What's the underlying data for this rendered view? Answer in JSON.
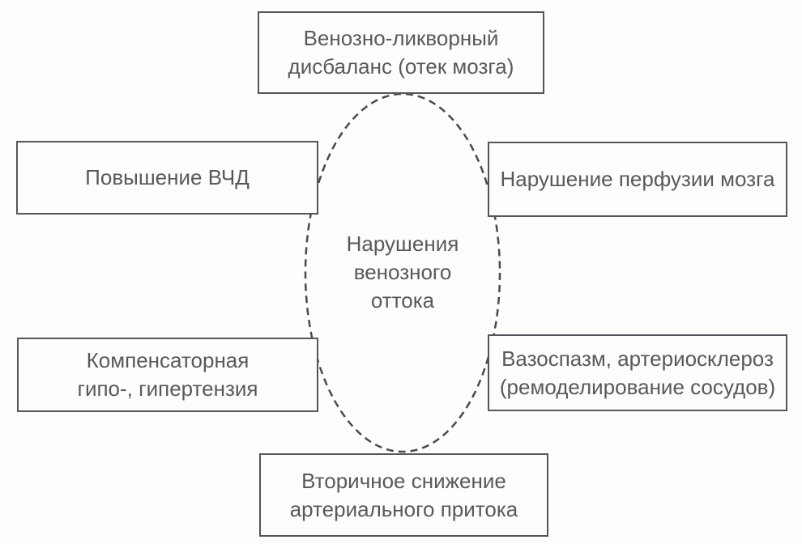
{
  "diagram": {
    "title": "Venous outflow disorders diagram",
    "colors": {
      "background": "#fdfdfc",
      "box_border": "#54565a",
      "text": "#595959",
      "ellipse_stroke": "#4a4a4a"
    },
    "ellipse": {
      "label": "Нарушения венозного оттока",
      "lines": [
        "Нарушения",
        "венозного",
        "оттока"
      ]
    },
    "boxes": {
      "top": {
        "label": "Венозно-ликворный дисбаланс (отек мозга)",
        "lines": [
          "Венозно-ликворный",
          "дисбаланс (отек мозга)"
        ]
      },
      "left_upper": {
        "label": "Повышение ВЧД",
        "lines": [
          "Повышение ВЧД"
        ]
      },
      "right_upper": {
        "label": "Нарушение перфузии мозга",
        "lines": [
          "Нарушение перфузии мозга"
        ]
      },
      "left_lower": {
        "label": "Компенсаторная гипо-, гипертензия",
        "lines": [
          "Компенсаторная",
          "гипо-, гипертензия"
        ]
      },
      "right_lower": {
        "label": "Вазоспазм, артериосклероз (ремоделирование сосудов)",
        "lines": [
          "Вазоспазм, артериосклероз",
          "(ремоделирование сосудов)"
        ]
      },
      "bottom": {
        "label": "Вторичное снижение артериального притока",
        "lines": [
          "Вторичное снижение",
          "артериального притока"
        ]
      }
    }
  }
}
